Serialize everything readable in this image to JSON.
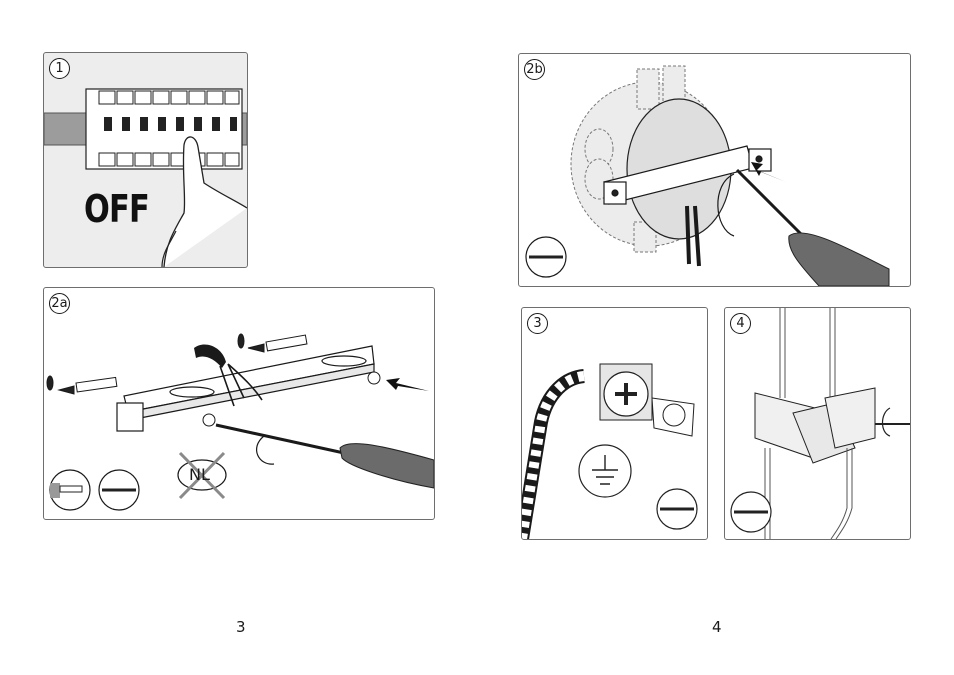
{
  "panels": {
    "p1": {
      "step": "1",
      "text": "OFF"
    },
    "p2a": {
      "step": "2a",
      "no_mark": "NL"
    },
    "p2b": {
      "step": "2b"
    },
    "p3": {
      "step": "3"
    },
    "p4": {
      "step": "4"
    }
  },
  "pages": {
    "left": "3",
    "right": "4"
  },
  "colors": {
    "line": "#1a1a1a",
    "fill_gray": "#d6d6d6",
    "handle": "#6b6b6b",
    "wall": "#e3e3e3",
    "cross": "#8a8a8a"
  }
}
